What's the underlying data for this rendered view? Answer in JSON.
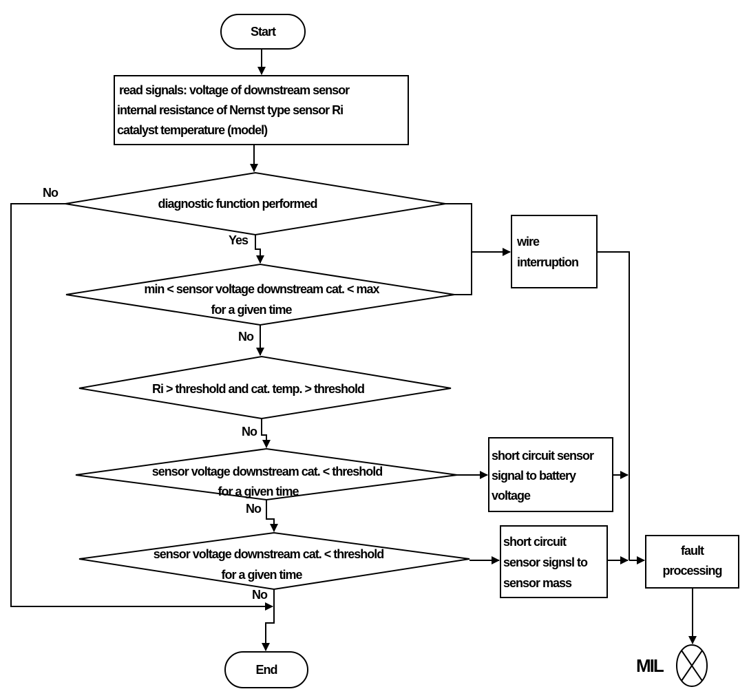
{
  "start": "Start",
  "end": "End",
  "read_signals": {
    "line1": "read signals: voltage of downstream sensor",
    "line2": "internal resistance of Nernst type sensor Ri",
    "line3": "catalyst temperature (model)"
  },
  "decision_diag": "diagnostic function performed",
  "decision_minmax": {
    "line1": "min < sensor voltage downstream cat. < max",
    "line2": "for a given time"
  },
  "decision_ri": "Ri  > threshold and cat. temp. > threshold",
  "decision_battery": {
    "line1": "sensor voltage downstream cat. < threshold",
    "line2": "for a given time"
  },
  "decision_mass": {
    "line1": "sensor voltage downstream cat. < threshold",
    "line2": "for a given time"
  },
  "edge_labels": {
    "no_diag": "No",
    "yes_diag": "Yes",
    "no_minmax": "No",
    "no_ri": "No",
    "no_battery": "No",
    "no_mass": "No"
  },
  "wire_interruption": {
    "line1": "wire",
    "line2": "interruption"
  },
  "short_battery": {
    "line1": "short circuit sensor",
    "line2": "signal to battery",
    "line3": "voltage"
  },
  "short_mass": {
    "line1": "short circuit",
    "line2": "sensor signsl to",
    "line3": "sensor mass"
  },
  "fault_processing": {
    "line1": "fault",
    "line2": "processing"
  },
  "mil": "MIL",
  "icons": {
    "mil_lamp": "circle-x-lamp-icon"
  }
}
